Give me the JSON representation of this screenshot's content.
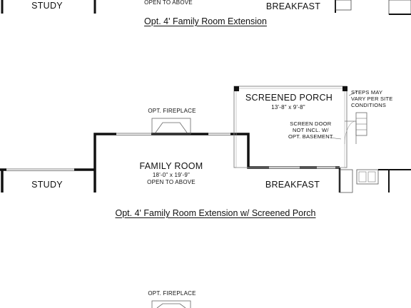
{
  "top_section": {
    "study": "STUDY",
    "open_to_above": "OPEN TO ABOVE",
    "breakfast": "BREAKFAST",
    "caption": "Opt. 4' Family Room Extension"
  },
  "middle_section": {
    "screened_porch": "SCREENED PORCH",
    "screened_porch_dim": "13'-8\" x 9'-8\"",
    "steps_note": [
      "STEPS MAY",
      "VARY PER SITE",
      "CONDITIONS"
    ],
    "screen_door_note": [
      "SCREEN DOOR",
      "NOT INCL. W/",
      "OPT. BASEMENT"
    ],
    "opt_fireplace": "OPT. FIREPLACE",
    "family_room": "FAMILY ROOM",
    "family_room_dim": "18'-0\" x 19'-9\"",
    "open_to_above": "OPEN TO ABOVE",
    "study": "STUDY",
    "breakfast": "BREAKFAST",
    "caption": "Opt. 4' Family Room Extension w/ Screened Porch"
  },
  "bottom_section": {
    "opt_fireplace": "OPT. FIREPLACE"
  }
}
